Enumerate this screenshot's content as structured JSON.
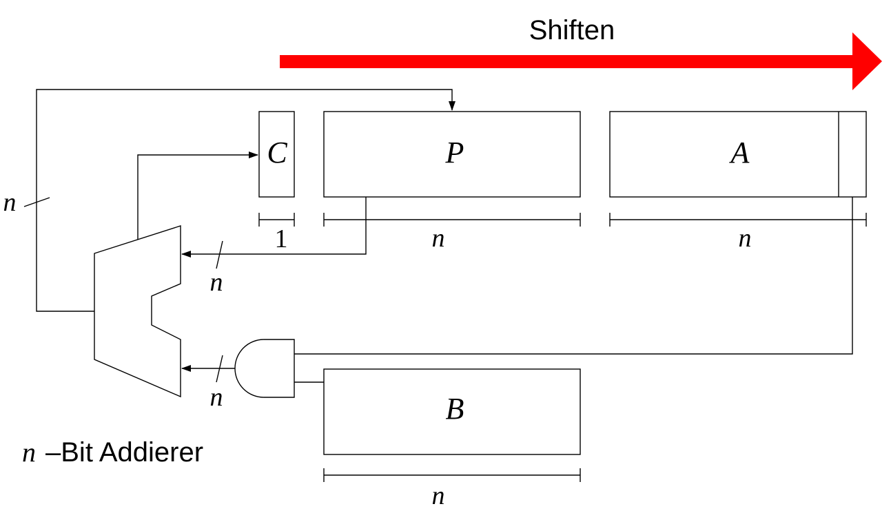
{
  "shift_label": "Shiften",
  "shift_arrow_color": "#ff0000",
  "registers": {
    "c": {
      "label": "C",
      "width_label": "1"
    },
    "p": {
      "label": "P",
      "width_label": "n"
    },
    "a": {
      "label": "A",
      "width_label": "n"
    },
    "b": {
      "label": "B",
      "width_label": "n"
    }
  },
  "bus_labels": {
    "feedback": "n",
    "p_to_adder": "n",
    "and_to_adder": "n"
  },
  "adder": {
    "n": "n",
    "label": "–Bit Addierer"
  }
}
